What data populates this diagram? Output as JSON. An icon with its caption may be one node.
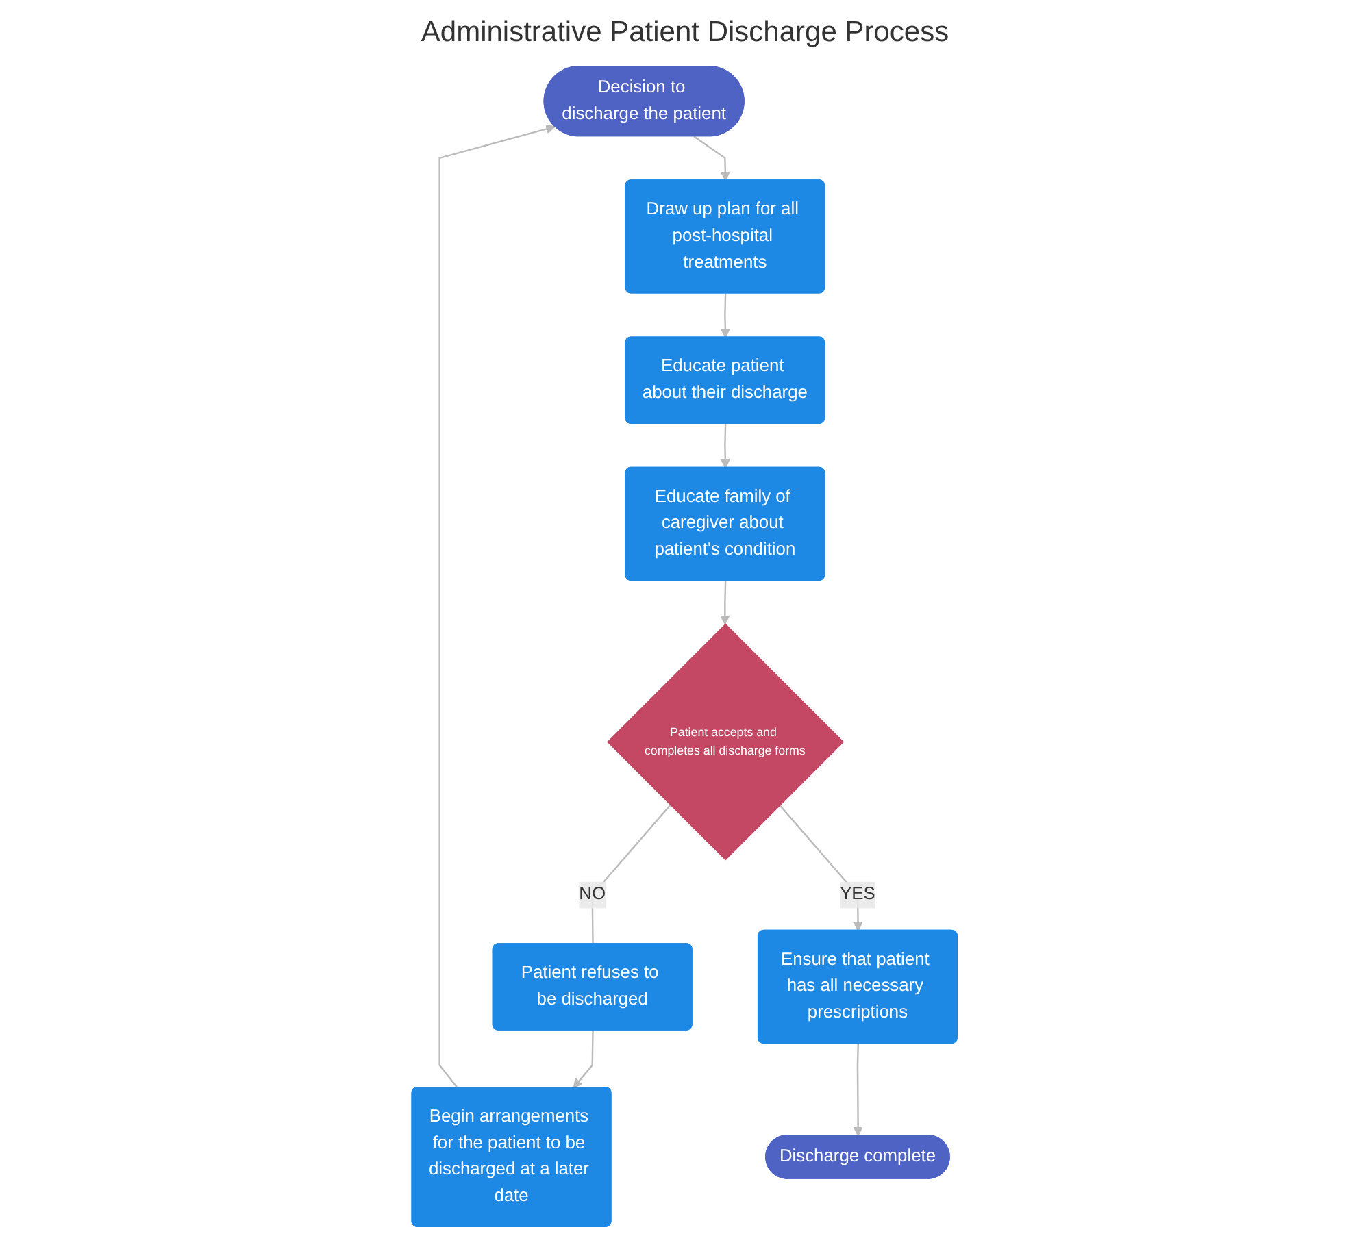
{
  "diagram": {
    "title": "Administrative Patient Discharge Process",
    "nodes": [
      {
        "text": [
          "Decision to discharge the patient"
        ]
      },
      {
        "text": [
          "Draw up plan for all post-hospital treatments"
        ]
      },
      {
        "text": [
          "Educate patient about their discharge"
        ]
      },
      {
        "text": [
          "Educate family of caregiver about patient's condition"
        ]
      },
      {
        "text": [
          "Patient accepts and completes all discharge forms"
        ]
      },
      {
        "text": [
          "Patient refuses to be discharged"
        ]
      },
      {
        "text": [
          "Ensure that patient has all necessary prescriptions"
        ]
      },
      {
        "text": [
          "Begin arrangements for the patient to be discharged at a later date"
        ]
      },
      {
        "text": [
          "Discharge complete"
        ]
      }
    ],
    "edges": [
      {
        "from": 0,
        "to": 1,
        "arrow": "to"
      },
      {
        "from": 1,
        "to": 2,
        "arrow": "to"
      },
      {
        "from": 2,
        "to": 3,
        "arrow": "to"
      },
      {
        "from": 3,
        "to": 4,
        "arrow": "to"
      },
      {
        "from": 4,
        "to": 5,
        "arrow": "none",
        "label": "NO"
      },
      {
        "from": 4,
        "to": 6,
        "arrow": "to",
        "label": "YES"
      },
      {
        "from": 5,
        "to": 7,
        "arrow": "to"
      },
      {
        "from": 7,
        "to": 0,
        "arrow": "to"
      },
      {
        "from": 6,
        "to": 8,
        "arrow": "to"
      }
    ]
  }
}
